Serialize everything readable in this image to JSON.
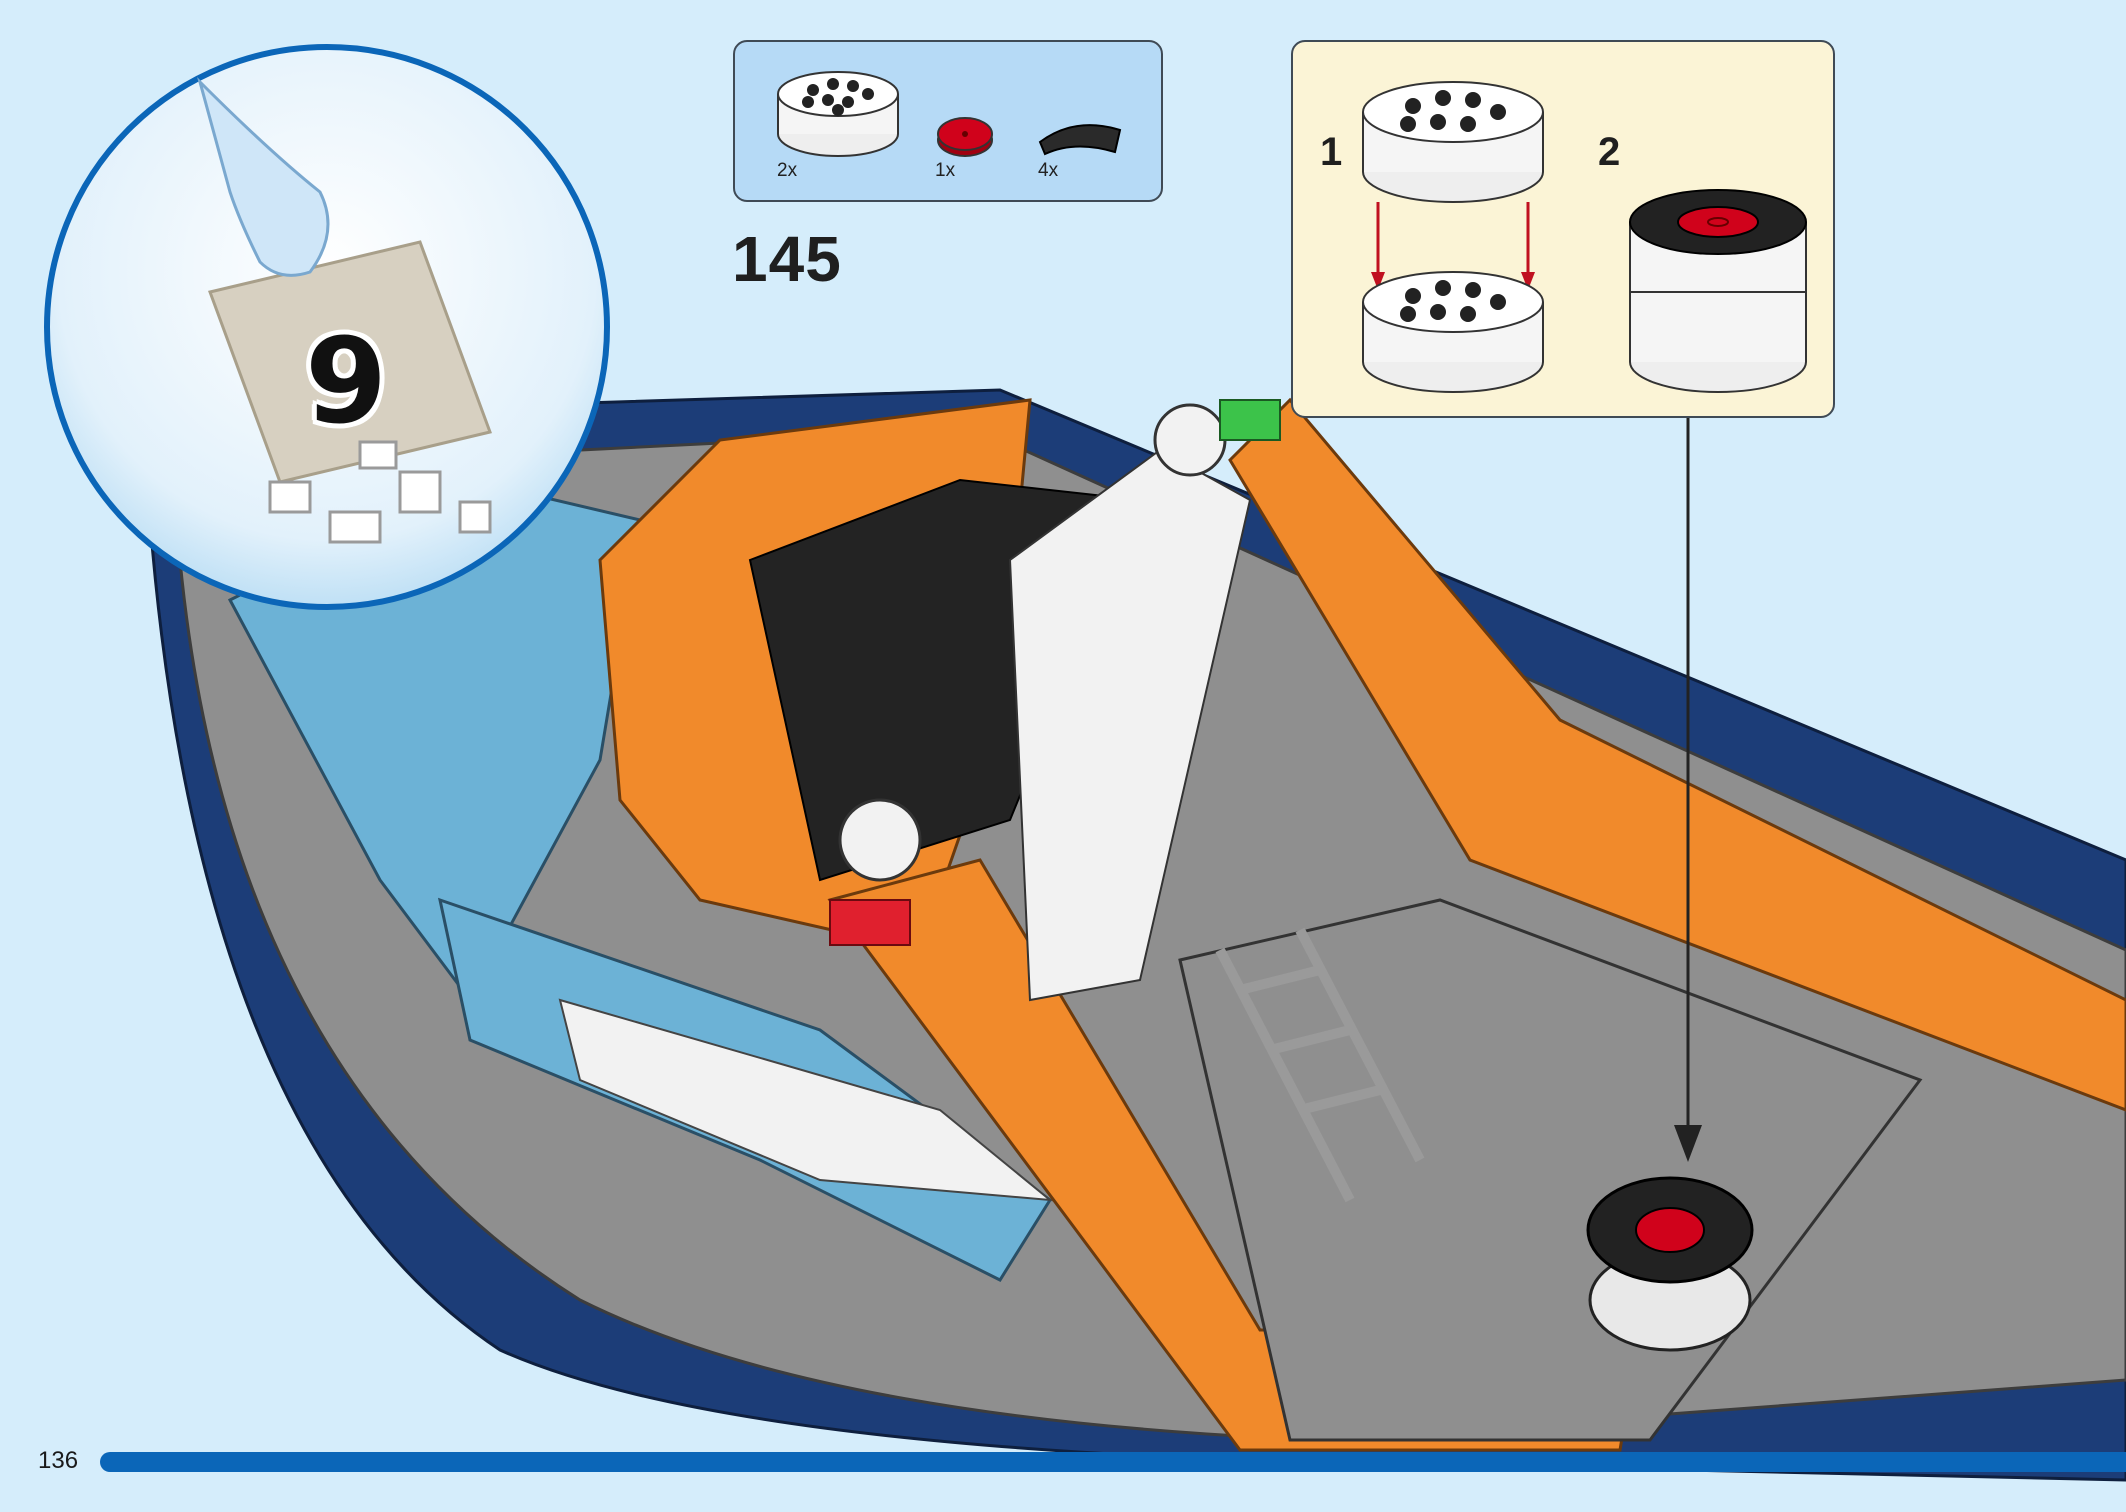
{
  "page": {
    "number": "136",
    "progress_fraction": 1.0
  },
  "bag": {
    "number": "9"
  },
  "step": {
    "number": "145"
  },
  "parts": [
    {
      "name": "white-round-brick-4x4",
      "qty": "2x"
    },
    {
      "name": "red-round-tile-2x2",
      "qty": "1x"
    },
    {
      "name": "black-curved-tile",
      "qty": "4x"
    }
  ],
  "sub_steps": [
    {
      "label": "1"
    },
    {
      "label": "2"
    }
  ],
  "colors": {
    "background": "#d5edfb",
    "hull_blue": "#1c3d78",
    "orange": "#f18a2b",
    "gray_plate": "#8c8c8c",
    "light_blue": "#6cb2d6",
    "red": "#d0021b"
  }
}
